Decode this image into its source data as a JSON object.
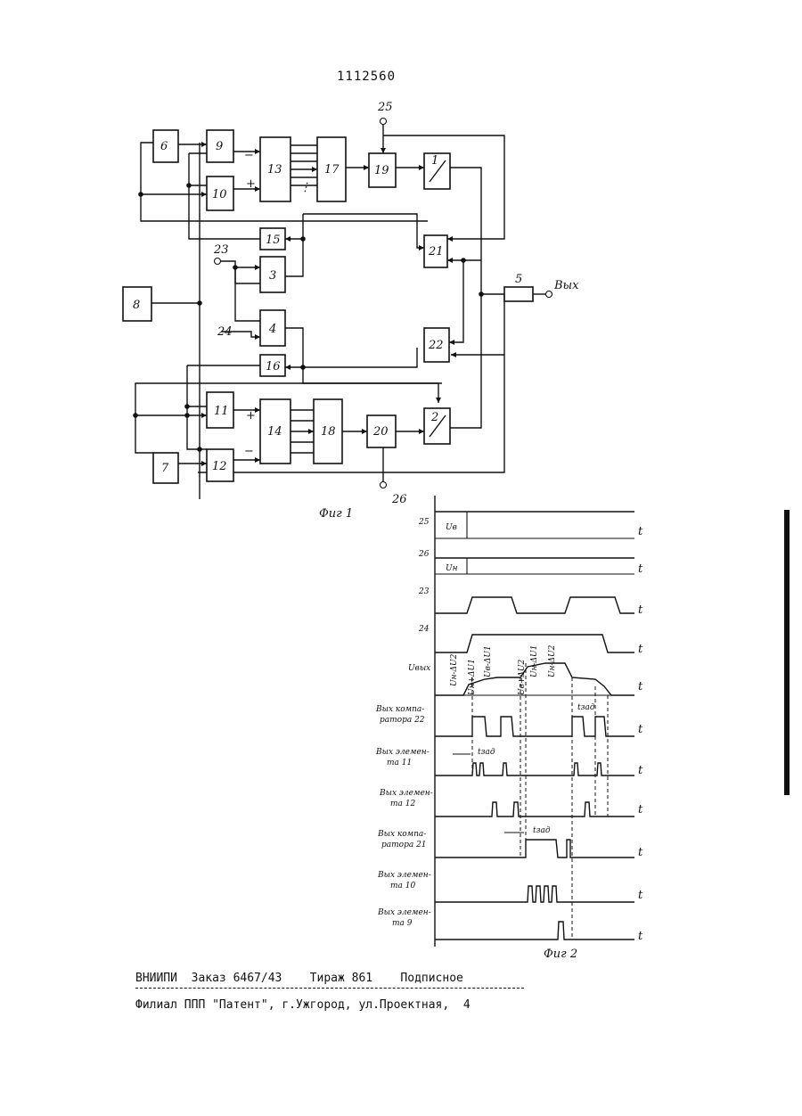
{
  "header": {
    "patent_number": "1112560"
  },
  "figure1": {
    "caption": "Фиг 1",
    "blocks": [
      "1",
      "2",
      "3",
      "4",
      "5",
      "6",
      "7",
      "8",
      "9",
      "10",
      "11",
      "12",
      "13",
      "14",
      "15",
      "16",
      "17",
      "18",
      "19",
      "20",
      "21",
      "22"
    ],
    "terminals": {
      "t23": "23",
      "t24": "24",
      "t25": "25",
      "t26": "26"
    },
    "output_label": "Вых",
    "polarity": {
      "minus": "−",
      "plus": "+"
    },
    "bus_dots": "⋮"
  },
  "figure2": {
    "caption": "Фиг 2",
    "axis_symbol": "t",
    "rows": [
      {
        "label": "25",
        "amp": "Uв"
      },
      {
        "label": "26",
        "amp": "Uн"
      },
      {
        "label": "23"
      },
      {
        "label": "24"
      },
      {
        "label": "Uвых",
        "annotations": [
          "Uн-ΔU2",
          "Uн+ΔU1",
          "Uв-ΔU1",
          "Uв+ΔU2",
          "Uн-ΔU1",
          "Uн-ΔU2"
        ]
      },
      {
        "label_line1": "Вых компа-",
        "label_line2": "ратора 22",
        "delay": "tзад"
      },
      {
        "label_line1": "Вых элемен-",
        "label_line2": "та 11",
        "delay": "tзад"
      },
      {
        "label_line1": "Вых элемен-",
        "label_line2": "та 12"
      },
      {
        "label_line1": "Вых компа-",
        "label_line2": "ратора 21",
        "delay": "tзад"
      },
      {
        "label_line1": "Вых элемен-",
        "label_line2": "та 10"
      },
      {
        "label_line1": "Вых элемен-",
        "label_line2": "та 9"
      }
    ]
  },
  "footer": {
    "line1": "ВНИИПИ  Заказ 6467/43    Тираж 861    Подписное",
    "line2": "Филиал ППП \"Патент\", г.Ужгород, ул.Проектная,  4"
  }
}
